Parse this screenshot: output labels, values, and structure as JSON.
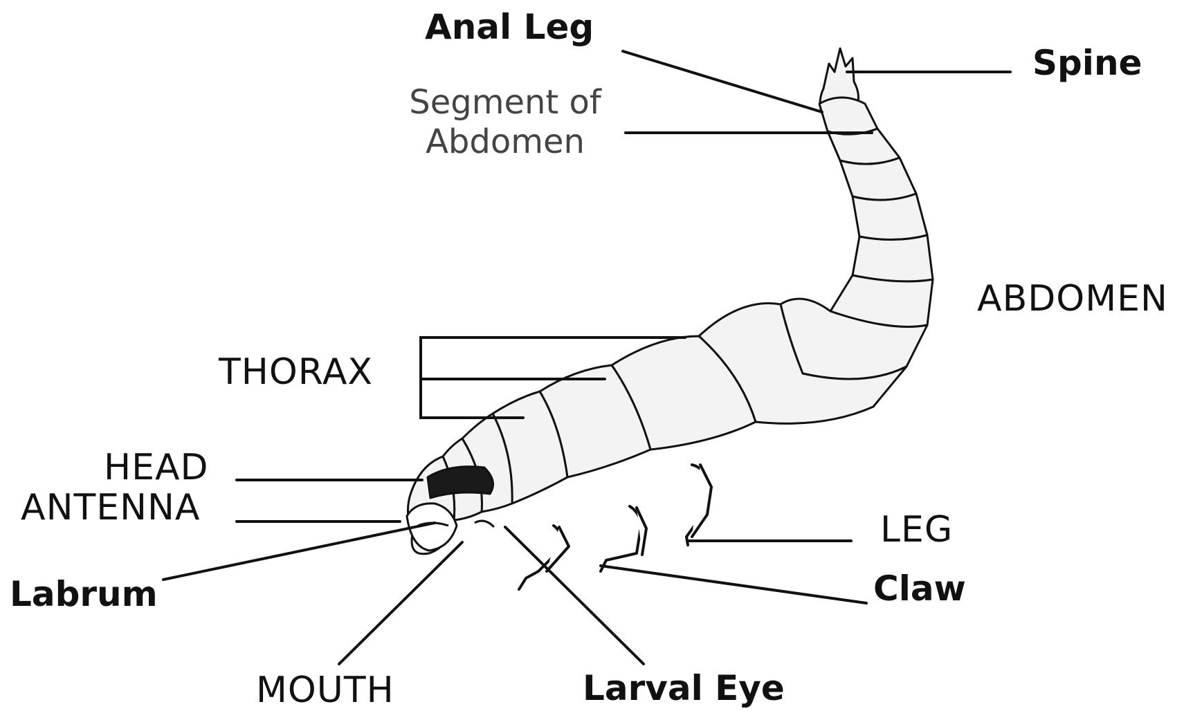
{
  "labels": {
    "anal_leg": "Anal Leg",
    "spine": "Spine",
    "segment_of_abdomen_line1": "Segment of",
    "segment_of_abdomen_line2": "Abdomen",
    "abdomen": "ABDOMEN",
    "thorax": "THORAX",
    "head": "HEAD",
    "antenna": "ANTENNA",
    "labrum": "Labrum",
    "leg": "LEG",
    "claw": "Claw",
    "mouth": "MOUTH",
    "larval_eye": "Larval Eye"
  },
  "colors": {
    "ink": "#111111",
    "background": "#ffffff",
    "body_fill": "#f2f2f2",
    "dark_band": "#1a1a1a"
  }
}
